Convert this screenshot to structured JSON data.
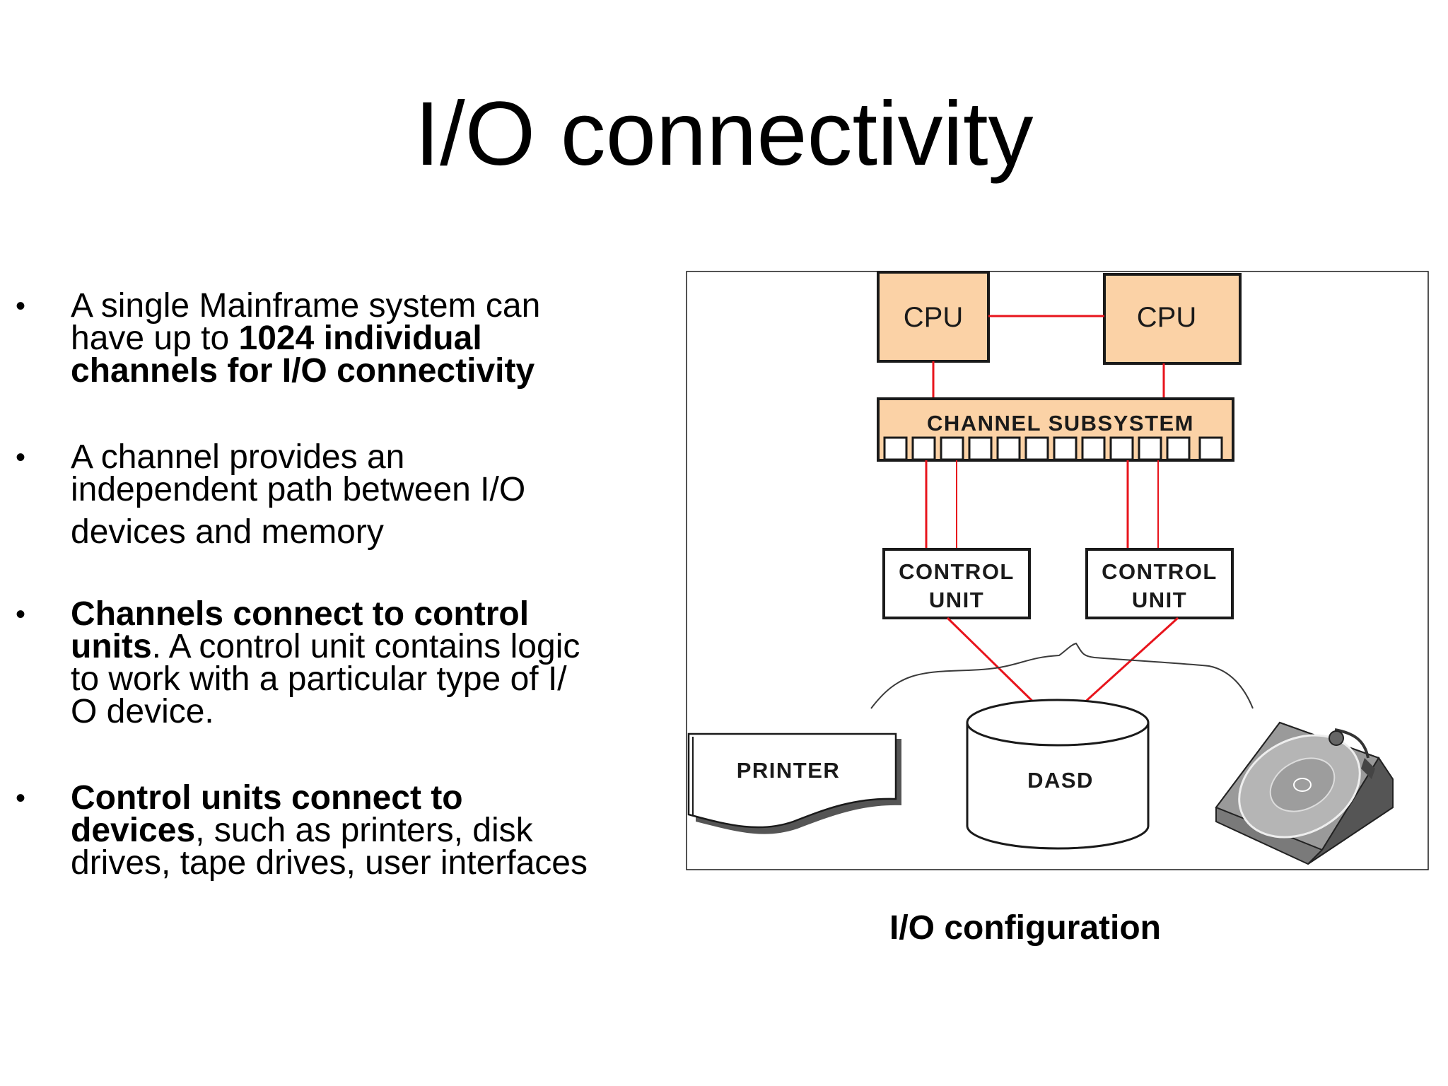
{
  "slide": {
    "title": "I/O connectivity",
    "caption": "I/O configuration"
  },
  "bullets": [
    {
      "p1": "A single Mainframe system can",
      "p2": "have up to ",
      "p2_bold": "1024 individual",
      "p3_bold": "channels for I/O connectivity"
    },
    {
      "l1": "A channel provides an",
      "l2": "independent path between I/O",
      "l3": "devices and memory"
    },
    {
      "l1_bold": "Channels connect to control",
      "l2_bold": "units",
      "l2": ". A control unit contains logic",
      "l3": "to work with a particular type of I/",
      "l4": "O device."
    },
    {
      "l1_bold": "Control units connect to",
      "l2_bold": "devices",
      "l2": ", such as printers, disk",
      "l3": "drives, tape drives, user interfaces"
    }
  ],
  "diagram": {
    "cpu_left": "CPU",
    "cpu_right": "CPU",
    "channel_subsystem": "CHANNEL SUBSYSTEM",
    "cu_left_line1": "CONTROL",
    "cu_left_line2": "UNIT",
    "cu_right_line1": "CONTROL",
    "cu_right_line2": "UNIT",
    "printer": "PRINTER",
    "dasd": "DASD",
    "colors": {
      "box_fill": "#fbd2a6",
      "link": "#e8141c",
      "stroke": "#1a1a1a"
    }
  }
}
